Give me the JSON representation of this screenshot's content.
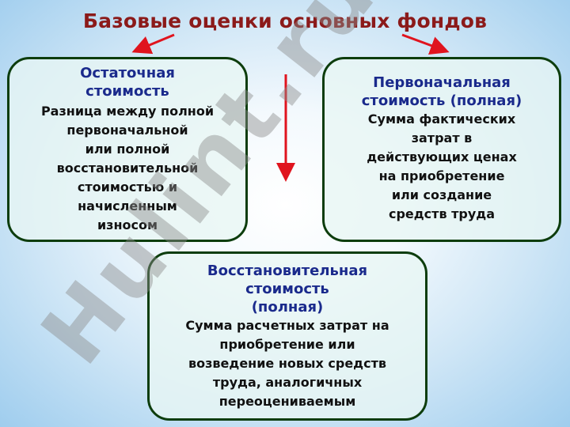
{
  "title": "Базовые оценки основных фондов",
  "boxes": {
    "residual": {
      "heading": "Остаточная\nстоимость",
      "body": "Разница между полной\nпервоначальной\nили полной\nвосстановительной\nстоимостью и\nначисленным\nизносом"
    },
    "initial": {
      "heading": "Первоначальная\nстоимость (полная)",
      "body": "Сумма фактических\nзатрат в\nдействующих ценах\nна приобретение\nили создание\nсредств труда"
    },
    "replacement": {
      "heading": "Восстановительная\nстоимость\n(полная)",
      "body": "Сумма расчетных затрат на\nприобретение или\nвозведение новых средств\nтруда, аналогичных\nпереоцениваемым"
    }
  },
  "watermark": "Hulint.ru",
  "colors": {
    "title": "#8b1a1a",
    "heading": "#1a2a8c",
    "body": "#111111",
    "border": "#0d3d0d",
    "arrow": "#e0141e",
    "watermark": "#8c8c8c"
  }
}
